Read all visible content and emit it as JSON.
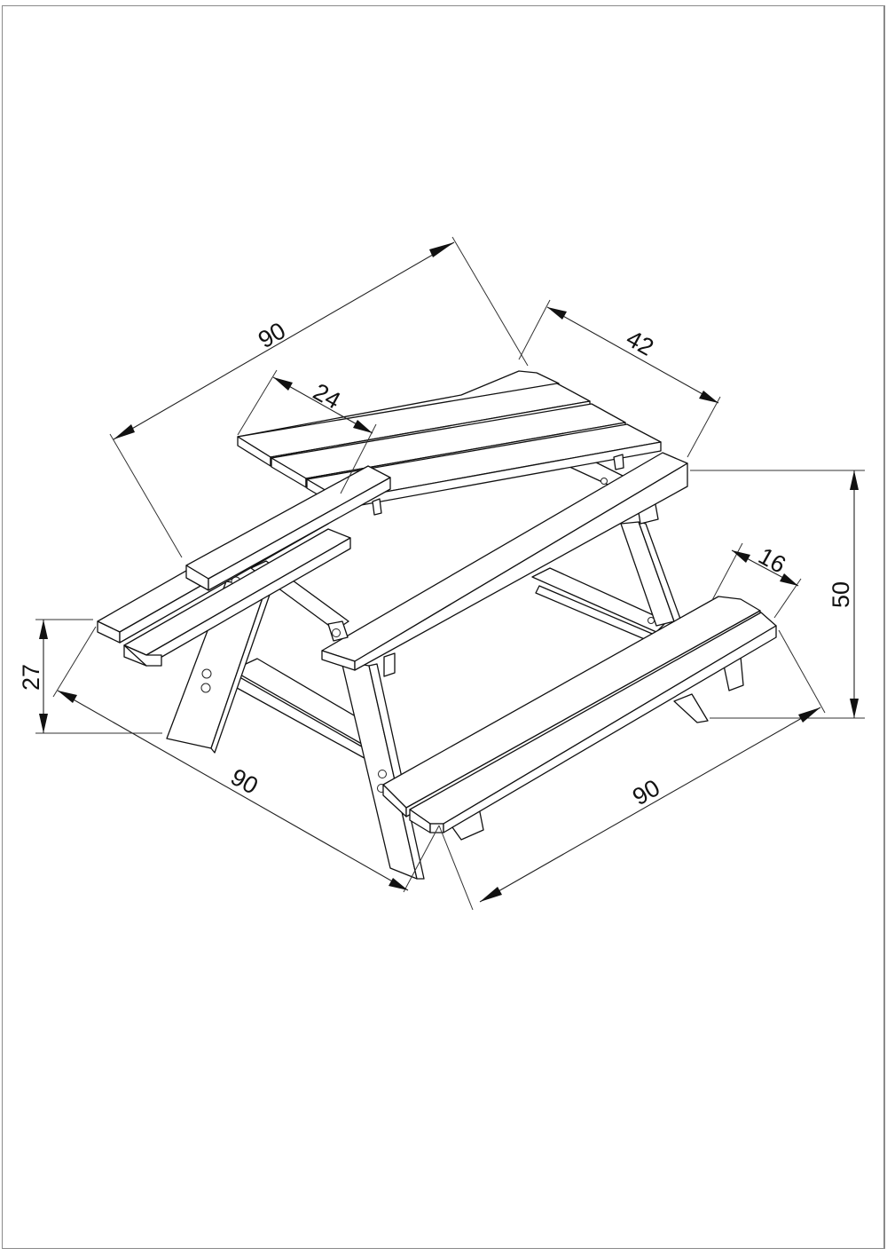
{
  "drawing": {
    "subject": "Children's picnic table with attached benches — isometric dimension drawing",
    "line_color": "#111111",
    "frame_color": "#8a8a8a",
    "background": "#ffffff"
  },
  "dimensions": {
    "table_length": "90",
    "table_top_width": "42",
    "board_width": "24",
    "total_height": "50",
    "seat_height": "27",
    "seat_width": "16",
    "overall_depth": "90",
    "bench_length": "90"
  }
}
